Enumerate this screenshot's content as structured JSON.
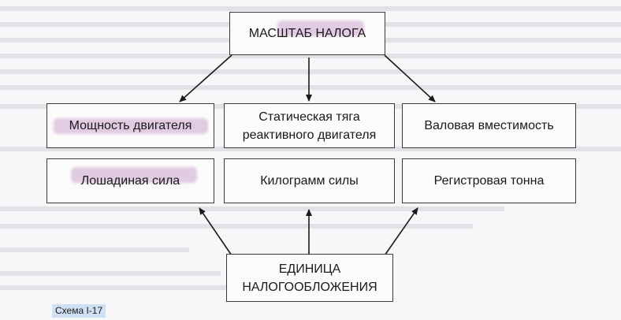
{
  "diagram": {
    "top": "МАСШТАБ НАЛОГА",
    "bases": [
      "Мощность двигателя",
      "Статическая тяга\nреактивного двигателя",
      "Валовая вместимость"
    ],
    "units": [
      "Лошадиная сила",
      "Килограмм силы",
      "Регистровая тонна"
    ],
    "bottom": "ЕДИНИЦА\nНАЛОГООБЛОЖЕНИЯ"
  },
  "caption": "Схема I-17",
  "colors": {
    "border": "#3a3a3a",
    "highlight": "#cca4ce",
    "caption_bg": "#cfe0f3"
  }
}
